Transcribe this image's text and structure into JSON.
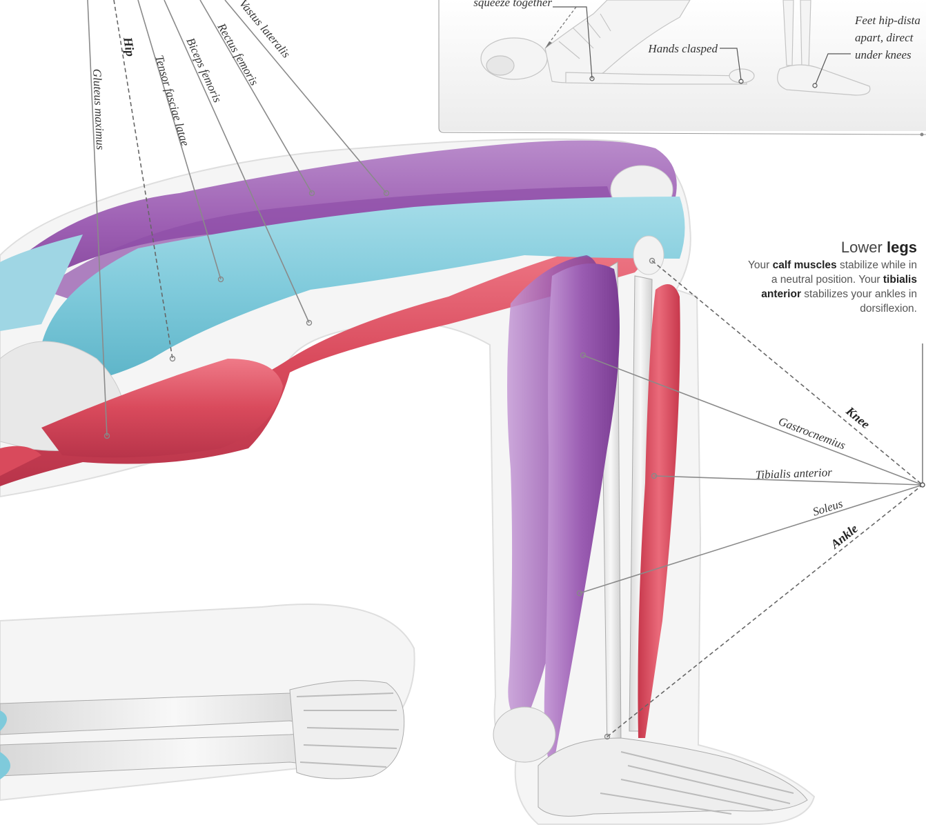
{
  "inset": {
    "labels": {
      "squeeze": "squeeze together",
      "hands": "Hands clasped",
      "feet_line1": "Feet hip-dista",
      "feet_line2": "apart, direct",
      "feet_line3": "under knees"
    }
  },
  "muscle_labels": {
    "vastus_lateralis": "Vastus lateralis",
    "rectus_femoris": "Rectus femoris",
    "biceps_femoris": "Biceps femoris",
    "tensor_fasciae_latae": "Tensor fasciae latae",
    "hip": "Hip",
    "gluteus_maximus": "Gluteus maximus",
    "gastrocnemius": "Gastrocnemius",
    "tibialis_anterior": "Tibialis anterior",
    "soleus": "Soleus",
    "knee": "Knee",
    "ankle": "Ankle"
  },
  "lower_legs": {
    "title_plain": "Lower ",
    "title_bold": "legs",
    "t1": "Your ",
    "b1": "calf muscles",
    "t2": " stabilize while in a neutral position. Your ",
    "b2": "tibialis anterior",
    "t3": " stabilizes your ankles in dorsiflexion."
  },
  "colors": {
    "quadriceps_purple": "#a065b5",
    "hamstring_red": "#d94a5c",
    "fascia_blue": "#7fcadb",
    "bone": "#ececec",
    "leader_line": "#8a8a8a"
  }
}
